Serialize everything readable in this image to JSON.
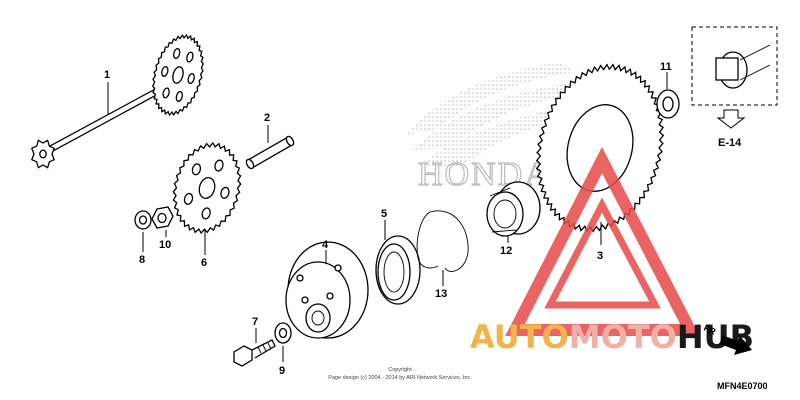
{
  "labels": {
    "p1": "1",
    "p2": "2",
    "p3": "3",
    "p4": "4",
    "p5": "5",
    "p6": "6",
    "p7": "7",
    "p8": "8",
    "p9": "9",
    "p10": "10",
    "p11": "11",
    "p12": "12",
    "p13": "13"
  },
  "reference": {
    "label": "E-14"
  },
  "brand_text": "HONDA",
  "copyright": {
    "line1": "Copyright",
    "line2": "Page design (c) 2004 - 2014 by ARI Network Services, Inc."
  },
  "diagram_code": "MFN4E0700",
  "watermark": {
    "auto": "AUTO",
    "moto": "MOTO",
    "hub": "HUB",
    "fr": "FR",
    "colors": {
      "auto": "#f2b34a",
      "moto": "#f0b0a8",
      "hub": "#1a1a1a",
      "triangle": "#e84a4a"
    }
  }
}
